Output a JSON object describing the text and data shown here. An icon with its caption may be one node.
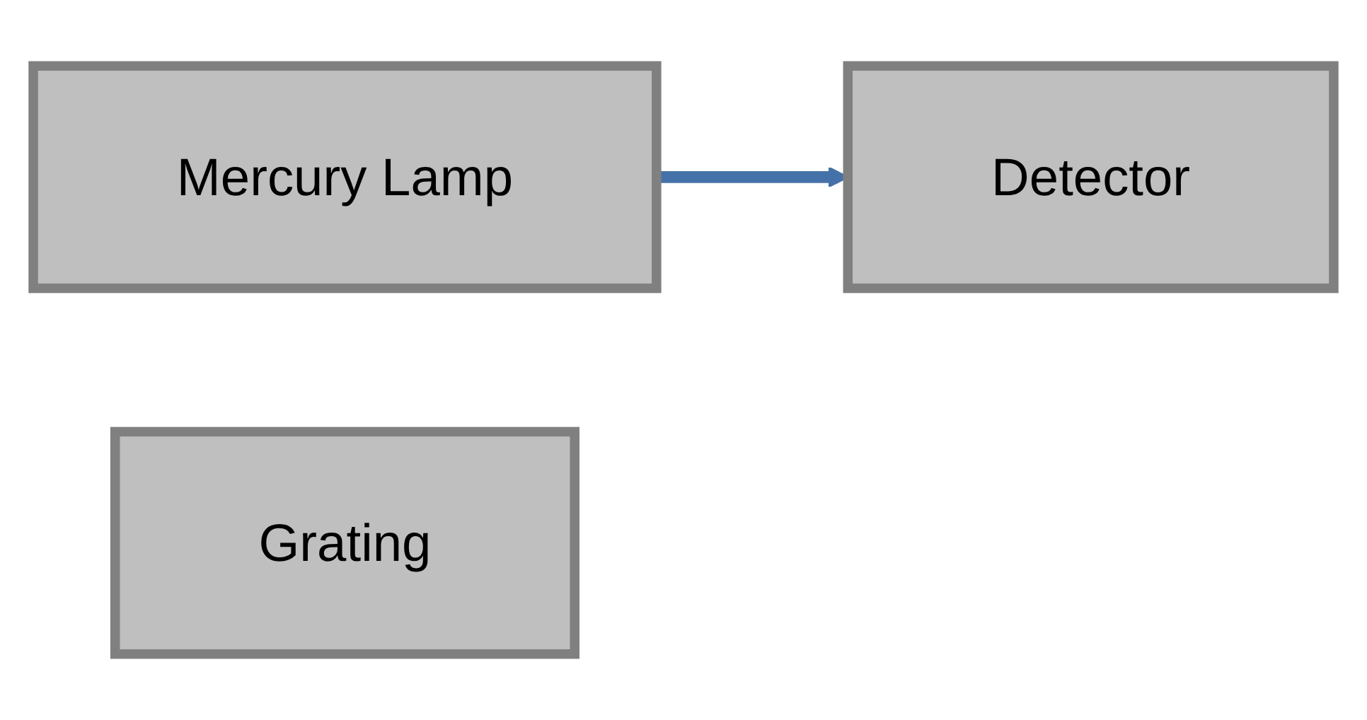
{
  "diagram": {
    "nodes": [
      {
        "text": [
          "Mercury Lamp"
        ]
      },
      {
        "text": [
          "Grating"
        ]
      },
      {
        "text": [
          "Detector"
        ]
      }
    ],
    "edges": [
      {
        "from": 0,
        "to": 2,
        "arrow": "to",
        "color": "#4472a8"
      }
    ]
  }
}
